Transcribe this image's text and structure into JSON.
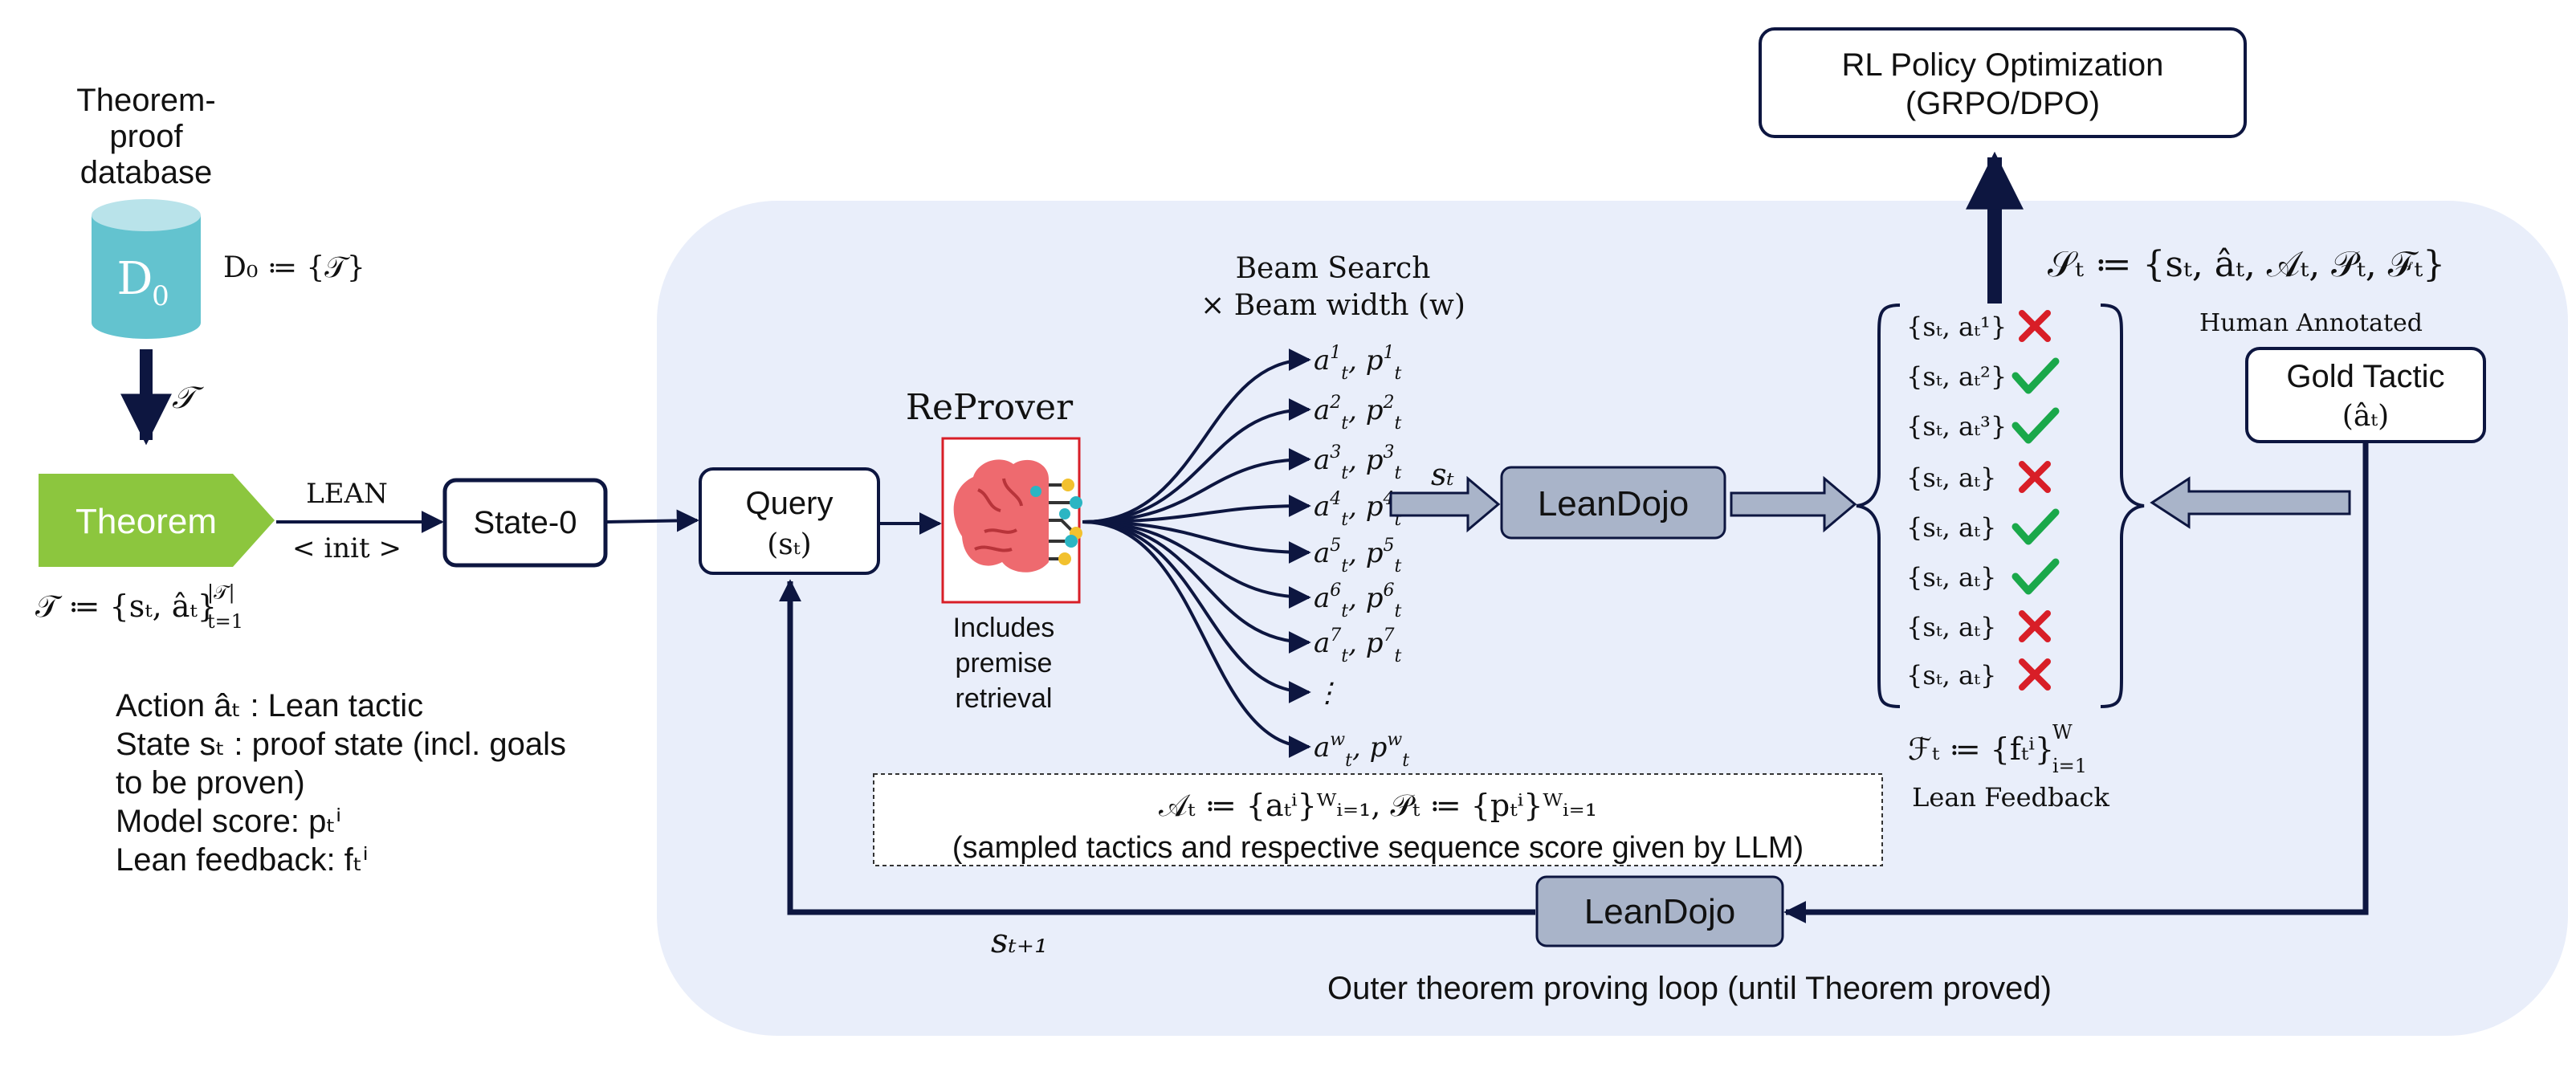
{
  "database": {
    "title_lines": [
      "Theorem-",
      "proof",
      "database"
    ],
    "cylinder_label": "D",
    "cylinder_sub": "0",
    "definition": "D₀ ≔ {𝒯}",
    "arrow_label": "𝒯"
  },
  "theorem": {
    "label": "Theorem",
    "definition": "𝒯 ≔ {sₜ, âₜ}",
    "def_sup": "|𝒯|",
    "def_sub": "t=1"
  },
  "lean_init": {
    "top": "LEAN",
    "bottom": "< init >"
  },
  "state0": {
    "label": "State-0"
  },
  "query": {
    "label": "Query",
    "sub": "(sₜ)"
  },
  "reprover": {
    "title": "ReProver",
    "caption_lines": [
      "Includes",
      "premise",
      "retrieval"
    ]
  },
  "beam": {
    "title_lines": [
      "Beam Search",
      "× Beam width (w)"
    ],
    "outputs": [
      {
        "a": "a",
        "sup": "1",
        "p": "p",
        "psup": "1"
      },
      {
        "a": "a",
        "sup": "2",
        "p": "p",
        "psup": "2"
      },
      {
        "a": "a",
        "sup": "3",
        "p": "p",
        "psup": "3"
      },
      {
        "a": "a",
        "sup": "4",
        "p": "p",
        "psup": "4"
      },
      {
        "a": "a",
        "sup": "5",
        "p": "p",
        "psup": "5"
      },
      {
        "a": "a",
        "sup": "6",
        "p": "p",
        "psup": "6"
      },
      {
        "a": "a",
        "sup": "7",
        "p": "p",
        "psup": "7"
      },
      {
        "a": "⋮",
        "sup": "",
        "p": "",
        "psup": ""
      },
      {
        "a": "a",
        "sup": "w",
        "p": "p",
        "psup": "w"
      }
    ]
  },
  "st_label": "sₜ",
  "leandojo_main": {
    "label": "LeanDojo"
  },
  "leandojo_bottom": {
    "label": "LeanDojo"
  },
  "rl": {
    "line1": "RL Policy Optimization",
    "line2": "(GRPO/DPO)"
  },
  "set_definition": "𝒮ₜ ≔ {sₜ, âₜ, 𝒜ₜ, 𝒫ₜ, ℱₜ}",
  "feedback_items": [
    {
      "text": "{sₜ, aₜ¹}",
      "ok": false
    },
    {
      "text": "{sₜ, aₜ²}",
      "ok": true
    },
    {
      "text": "{sₜ, aₜ³}",
      "ok": true
    },
    {
      "text": "{sₜ, aₜ}",
      "ok": false
    },
    {
      "text": "{sₜ, aₜ}",
      "ok": true
    },
    {
      "text": "{sₜ, aₜ}",
      "ok": true
    },
    {
      "text": "{sₜ, aₜ}",
      "ok": false
    },
    {
      "text": "{sₜ, aₜ}",
      "ok": false
    }
  ],
  "feedback_def": {
    "text": "ℱₜ ≔ {fₜⁱ}",
    "sup": "W",
    "sub": "i=1",
    "caption": "Lean Feedback"
  },
  "gold": {
    "header": "Human Annotated",
    "label": "Gold Tactic",
    "sub": "(âₜ)"
  },
  "sampled": {
    "formula": "𝒜ₜ ≔ {aₜⁱ}ᵂᵢ₌₁, 𝒫ₜ ≔ {pₜⁱ}ᵂᵢ₌₁",
    "caption": "(sampled tactics and respective sequence  score given by LLM)"
  },
  "next_state": "sₜ₊₁",
  "outer_loop": "Outer theorem proving loop (until Theorem proved)",
  "legend": [
    "Action âₜ : Lean tactic",
    "State sₜ : proof state (incl. goals",
    "to be proven)",
    "Model score: pₜⁱ",
    "Lean feedback: fₜⁱ"
  ],
  "colors": {
    "background_panel": "#e9eefa",
    "cylinder": "#63c3cf",
    "theorem": "#8cc63e",
    "leandojo": "#a9b4c9",
    "dark": "#0d1640",
    "check": "#1aa84a",
    "cross": "#d81e27"
  }
}
